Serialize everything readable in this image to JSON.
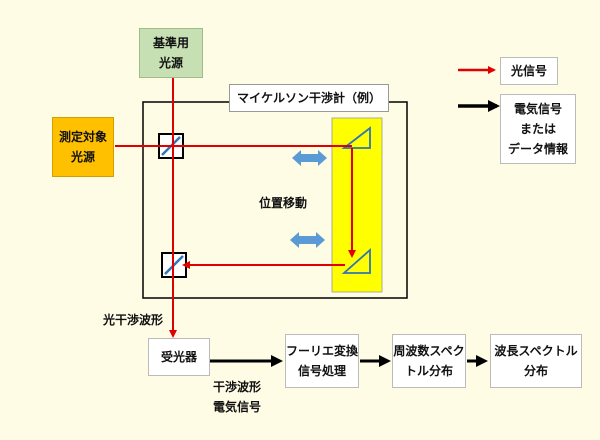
{
  "labels": {
    "reference_source": "基準用\n光源",
    "target_source": "測定対象\n光源",
    "interferometer_title": "マイケルソン干渉計（例）",
    "position_move": "位置移動",
    "interference_waveform": "光干渉波形",
    "detector": "受光器",
    "interference_electric": "干渉波形\n電気信号",
    "fourier": "フーリエ変換\n信号処理",
    "frequency_spectrum": "周波数スペク\nトル分布",
    "wavelength_spectrum": "波長スペクトル\n分布"
  },
  "legend": {
    "optical_signal": "光信号",
    "electrical_signal": "電気信号\nまたは\nデータ情報"
  },
  "colors": {
    "background": "#fffce6",
    "reference_box": "#c6e0b4",
    "target_box": "#ffc000",
    "mirror_stage": "#ffff00",
    "optical_arrow": "#e00000",
    "electrical_arrow": "#000000",
    "move_arrow": "#5b9bd5"
  }
}
